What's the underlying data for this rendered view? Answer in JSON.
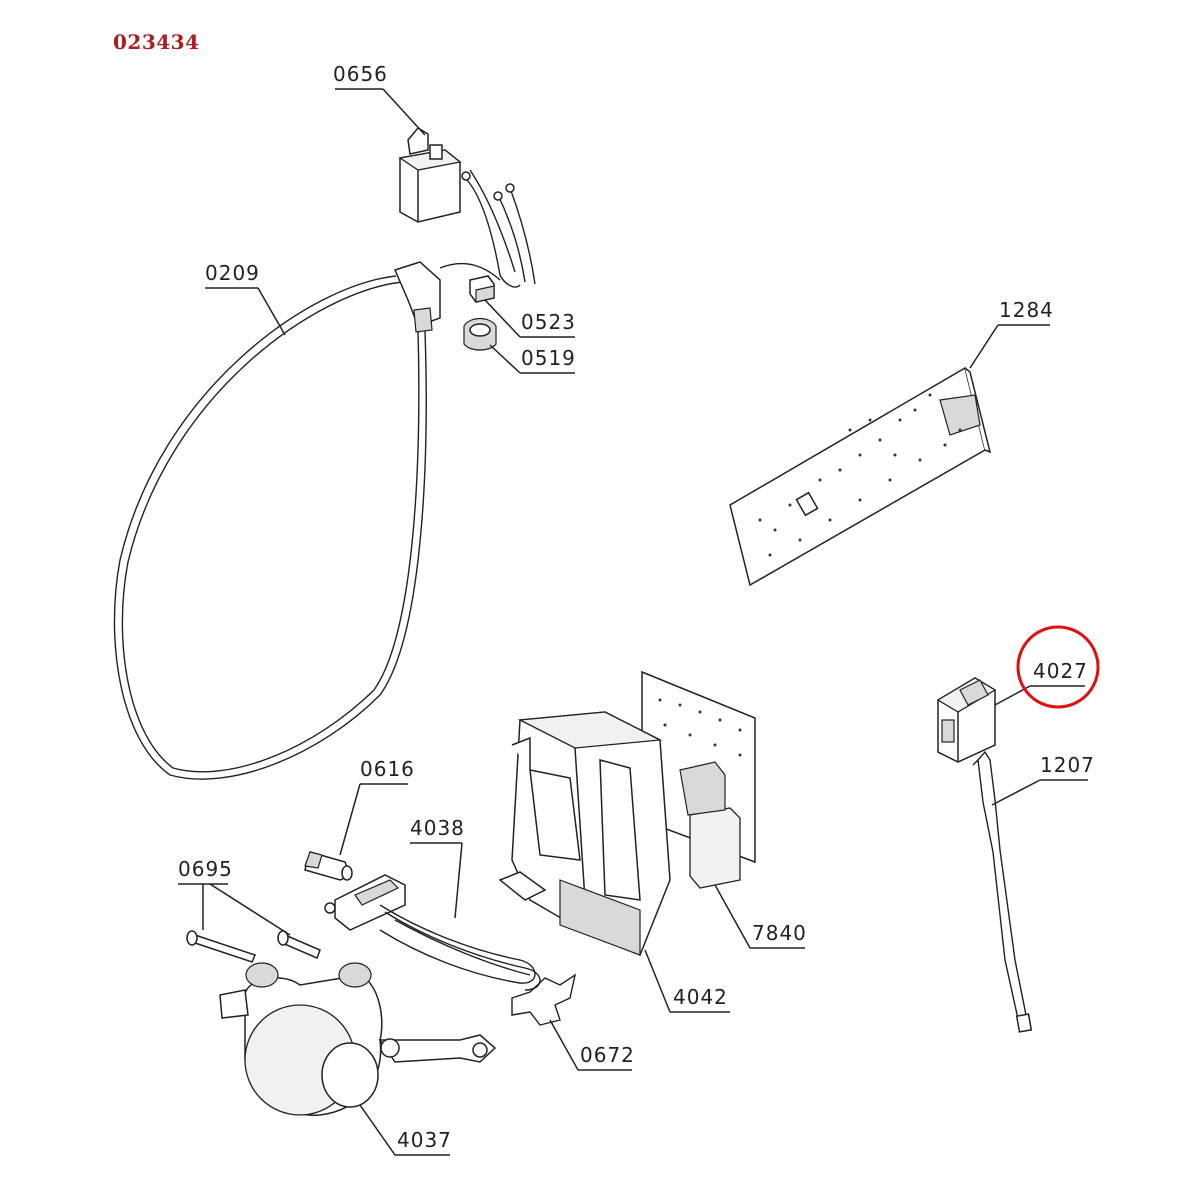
{
  "diagram_id": "023434",
  "callouts": {
    "p0656": "0656",
    "p0209": "0209",
    "p0523": "0523",
    "p0519": "0519",
    "p1284": "1284",
    "p4027": "4027",
    "p1207": "1207",
    "p0616": "0616",
    "p4038": "4038",
    "p0695": "0695",
    "p7840": "7840",
    "p4042": "4042",
    "p0672": "0672",
    "p4037": "4037"
  },
  "highlight": {
    "part": "4027",
    "color": "#e01010"
  }
}
